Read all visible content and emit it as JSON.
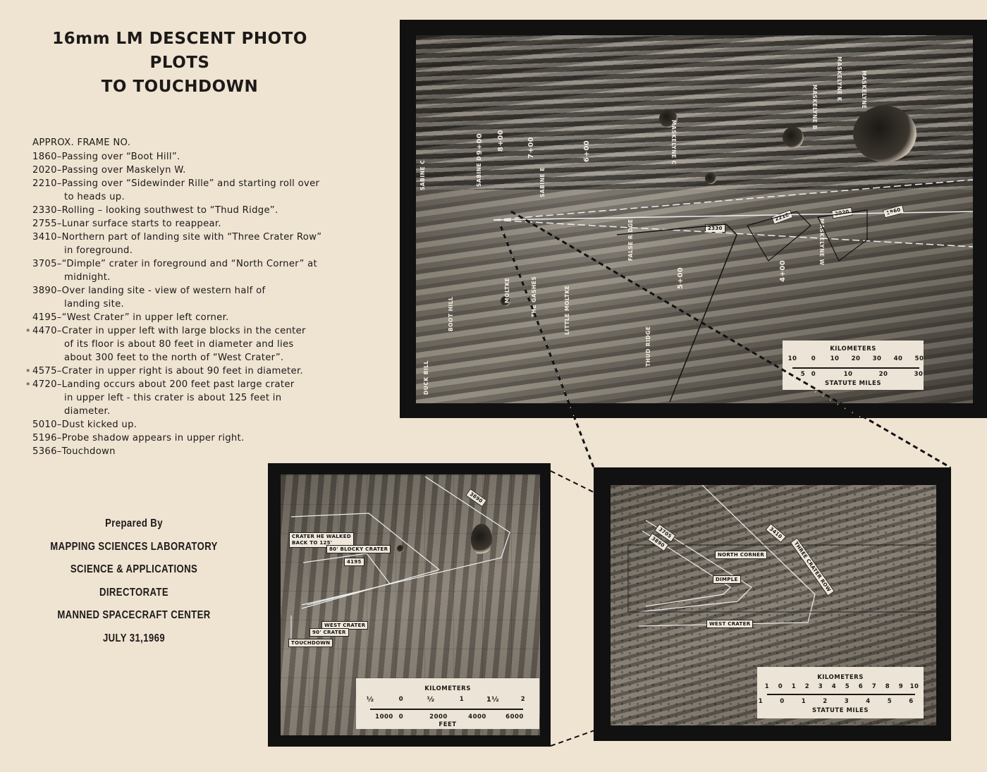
{
  "title": {
    "line1": "16mm LM DESCENT PHOTO PLOTS",
    "line2": "TO TOUCHDOWN"
  },
  "frame_list": {
    "heading": "APPROX. FRAME NO.",
    "entries": [
      {
        "frame": "1860",
        "starred": false,
        "lines": [
          "Passing over “Boot Hill”."
        ]
      },
      {
        "frame": "2020",
        "starred": false,
        "lines": [
          "Passing over  Maskelyn W."
        ]
      },
      {
        "frame": "2210",
        "starred": false,
        "lines": [
          "Passing over “Sidewinder Rille” and starting roll over",
          "to heads up."
        ]
      },
      {
        "frame": "2330",
        "starred": false,
        "lines": [
          "Rolling – looking southwest to “Thud Ridge”."
        ]
      },
      {
        "frame": "2755",
        "starred": false,
        "lines": [
          "Lunar surface starts to reappear."
        ]
      },
      {
        "frame": "3410",
        "starred": false,
        "lines": [
          "Northern part of landing site with “Three Crater Row”",
          "in foreground."
        ]
      },
      {
        "frame": "3705",
        "starred": false,
        "lines": [
          "“Dimple” crater in foreground and “North Corner” at",
          "midnight."
        ]
      },
      {
        "frame": "3890",
        "starred": false,
        "lines": [
          "Over landing site - view of western half of",
          "landing site."
        ]
      },
      {
        "frame": "4195",
        "starred": false,
        "lines": [
          "“West Crater” in upper left corner."
        ]
      },
      {
        "frame": "4470",
        "starred": true,
        "lines": [
          "Crater in upper left with large blocks in the center",
          "of its floor is about 80 feet in diameter and lies",
          "about 300 feet to the north of “West Crater”."
        ]
      },
      {
        "frame": "4575",
        "starred": true,
        "lines": [
          "Crater in upper right is about 90 feet in diameter."
        ]
      },
      {
        "frame": "4720",
        "starred": true,
        "lines": [
          "Landing occurs about 200 feet past large crater",
          "in upper left - this crater is about 125 feet in",
          "diameter."
        ]
      },
      {
        "frame": "5010",
        "starred": false,
        "lines": [
          "Dust kicked up."
        ]
      },
      {
        "frame": "5196",
        "starred": false,
        "lines": [
          "Probe shadow appears in upper right."
        ]
      },
      {
        "frame": "5366",
        "starred": false,
        "lines": [
          "Touchdown"
        ]
      }
    ]
  },
  "credits": {
    "prepared_by": "Prepared By",
    "lab": "MAPPING SCIENCES LABORATORY",
    "directorate": "SCIENCE & APPLICATIONS DIRECTORATE",
    "center": "MANNED SPACECRAFT CENTER",
    "date": "JULY 31,1969"
  },
  "top_map": {
    "labels": [
      "MASKELYNE K",
      "MASKELYNE",
      "MASKELYNE B",
      "MASKELYNE W",
      "MASKELYNE C",
      "SABINE E",
      "SABINE D",
      "SABINE C",
      "MOLTKE",
      "THE GASHES",
      "LITTLE MOLTKE",
      "FALSE RIDGE",
      "THUD RIDGE",
      "DUCK BILL",
      "BOOT HILL",
      "9+00",
      "8+00",
      "7+00",
      "6+00",
      "5+00",
      "4+00"
    ],
    "frame_tags": [
      "1860",
      "2020",
      "2210",
      "2330"
    ],
    "scale": {
      "top_title": "KILOMETERS",
      "top_ticks": [
        "10",
        "0",
        "10",
        "20",
        "30",
        "40",
        "50"
      ],
      "bottom_ticks": [
        "5",
        "0",
        "10",
        "20",
        "30"
      ],
      "bottom_title": "STATUTE MILES"
    }
  },
  "bottom_left_map": {
    "tags": [
      "CRATER HE WALKED",
      "BACK TO 125'",
      "80' BLOCKY CRATER",
      "4195",
      "3890",
      "WEST CRATER",
      "90' CRATER",
      "TOUCHDOWN"
    ],
    "scale": {
      "top_title": "KILOMETERS",
      "top_ticks": [
        "½",
        "0",
        "½",
        "1",
        "1½",
        "2"
      ],
      "bottom_ticks": [
        "1000",
        "0",
        "2000",
        "4000",
        "6000"
      ],
      "bottom_title": "FEET"
    }
  },
  "bottom_right_map": {
    "tags": [
      "3705",
      "3890",
      "3410",
      "NORTH CORNER",
      "DIMPLE",
      "WEST CRATER",
      "THREE CRATER ROW"
    ],
    "scale": {
      "top_title": "KILOMETERS",
      "top_ticks": [
        "1",
        "0",
        "1",
        "2",
        "3",
        "4",
        "5",
        "6",
        "7",
        "8",
        "9",
        "10"
      ],
      "bottom_ticks": [
        "1",
        "0",
        "1",
        "2",
        "3",
        "4",
        "5",
        "6"
      ],
      "bottom_title": "STATUTE MILES"
    }
  }
}
